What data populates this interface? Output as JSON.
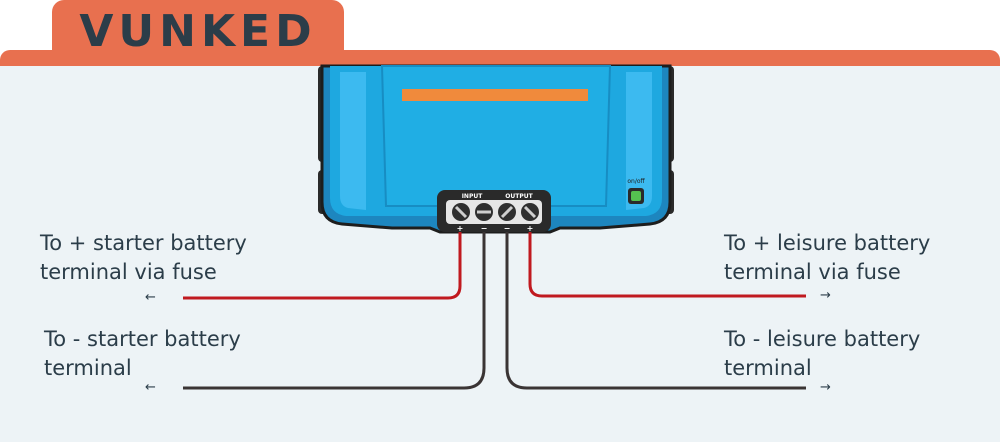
{
  "brand": {
    "name": "VUNKED"
  },
  "device": {
    "input_label": "INPUT",
    "output_label": "OUTPUT",
    "onoff_label": "on/off",
    "terminals": [
      "+",
      "−",
      "−",
      "+"
    ]
  },
  "labels": {
    "starter_positive": "To + starter battery\nterminal via fuse",
    "starter_negative": "To - starter battery\nterminal",
    "leisure_positive": "To + leisure battery\nterminal via fuse",
    "leisure_negative": "To - leisure battery\nterminal"
  },
  "arrows": {
    "left": "←",
    "right": "→"
  },
  "colors": {
    "brand": "#e8704f",
    "background": "#edf3f6",
    "device_body": "#1ea8e0",
    "device_stripe": "#f08a3c",
    "positive_wire": "#c0191f",
    "negative_wire": "#3a3434",
    "text": "#2b3d49"
  }
}
